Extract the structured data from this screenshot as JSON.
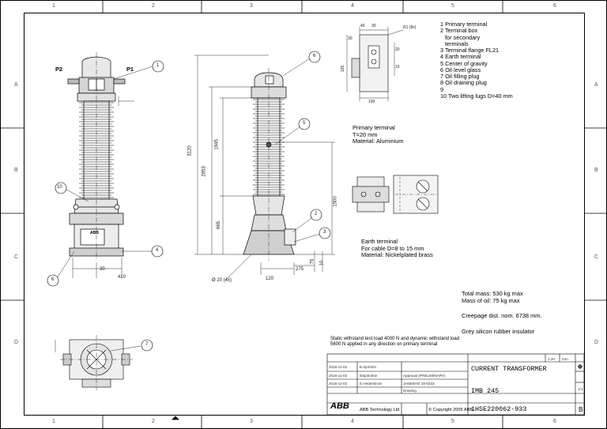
{
  "zones": {
    "columns": [
      "1",
      "2",
      "3",
      "4",
      "5",
      "6"
    ],
    "rows": [
      "A",
      "B",
      "C",
      "D"
    ]
  },
  "legend": [
    "1 Primary terminal",
    "2 Terminal box",
    "for secondary",
    "terminals",
    "3 Terminal flange FL21",
    "4 Earth terminal",
    "5 Center of gravity",
    "6 Oil level glass",
    "7 Oil filling plug",
    "8 Oil draining plug",
    "9",
    "10 Two lifting lugs D=40 mm"
  ],
  "primary_terminal_note": [
    "Primary terminal",
    "T=20 mm",
    "Material: Aluminium"
  ],
  "earth_terminal_note": [
    "Earth terminal",
    "For cable D=8 to 15 mm",
    "Material: Nickelplated brass"
  ],
  "mass_notes": {
    "total_mass": "Total mass: 530 kg max",
    "oil_mass": "Mass of oil: 75 kg max",
    "creepage": "Creepage dist. nom. 6738 mm.",
    "insulator": "Grey silicon rubber insulator"
  },
  "withstand_note": [
    "Static withstand test load 4000 N and dynamic withstand load",
    "5600 N applied in any direction on primary terminal"
  ],
  "front_view_labels": {
    "p2": "P2",
    "p1": "P1",
    "badge": "ABB"
  },
  "callouts": {
    "front_1": "1",
    "front_10": "10",
    "front_6": "6",
    "front_4": "4",
    "side_6": "6",
    "side_5": "5",
    "side_2": "2",
    "side_3": "3",
    "top_7": "7"
  },
  "dimensions": {
    "d3120": "3120",
    "d2953": "2953",
    "d1945": "1945",
    "d665": "665",
    "d1500": "1500",
    "d30": "30",
    "d410": "410",
    "d120": "120",
    "d275": "275",
    "d200": "Ø 20 (4x)",
    "d75": "75",
    "d10": "10",
    "top_dims": [
      "40",
      "30",
      "R1 (8x)",
      "30",
      "100",
      "125",
      "20",
      "15"
    ]
  },
  "title_block": {
    "title": "CURRENT TRANSFORMER",
    "product": "IMB 245",
    "doc_number": "1HSE220062-933",
    "revision": "B",
    "company": "ABB Technology Ltd",
    "copyright": "© Copyright 2005 ABB",
    "logo": "ABB",
    "scale": "1:20",
    "unit": "mm",
    "sheet": "1/1",
    "rows": [
      {
        "date": "2016-11-02",
        "name": "B.Sjoholm"
      },
      {
        "date": "2016-11-02",
        "name": "BSjoholme"
      },
      {
        "date": "2016-11-02",
        "name": "E.Hederstrom"
      }
    ],
    "fields": [
      "Approval (PRELIMINARY)",
      "1HSE6HG 19-0333",
      "Drawing"
    ]
  }
}
